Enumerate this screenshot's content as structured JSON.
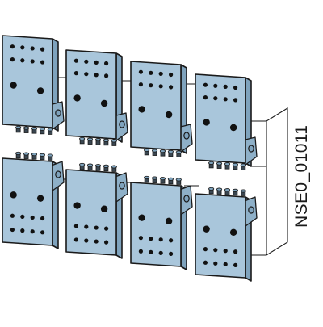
{
  "drawing": {
    "code": "NSE0_01011",
    "colors": {
      "plate_face": "#a9c6db",
      "plate_edge": "#7fa3bd",
      "bracket": "#8eb0c8",
      "hole": "#111111",
      "bolt": "#3a4650",
      "line": "#1a1a1a"
    },
    "top_row_count": 4,
    "bottom_row_count": 4
  }
}
